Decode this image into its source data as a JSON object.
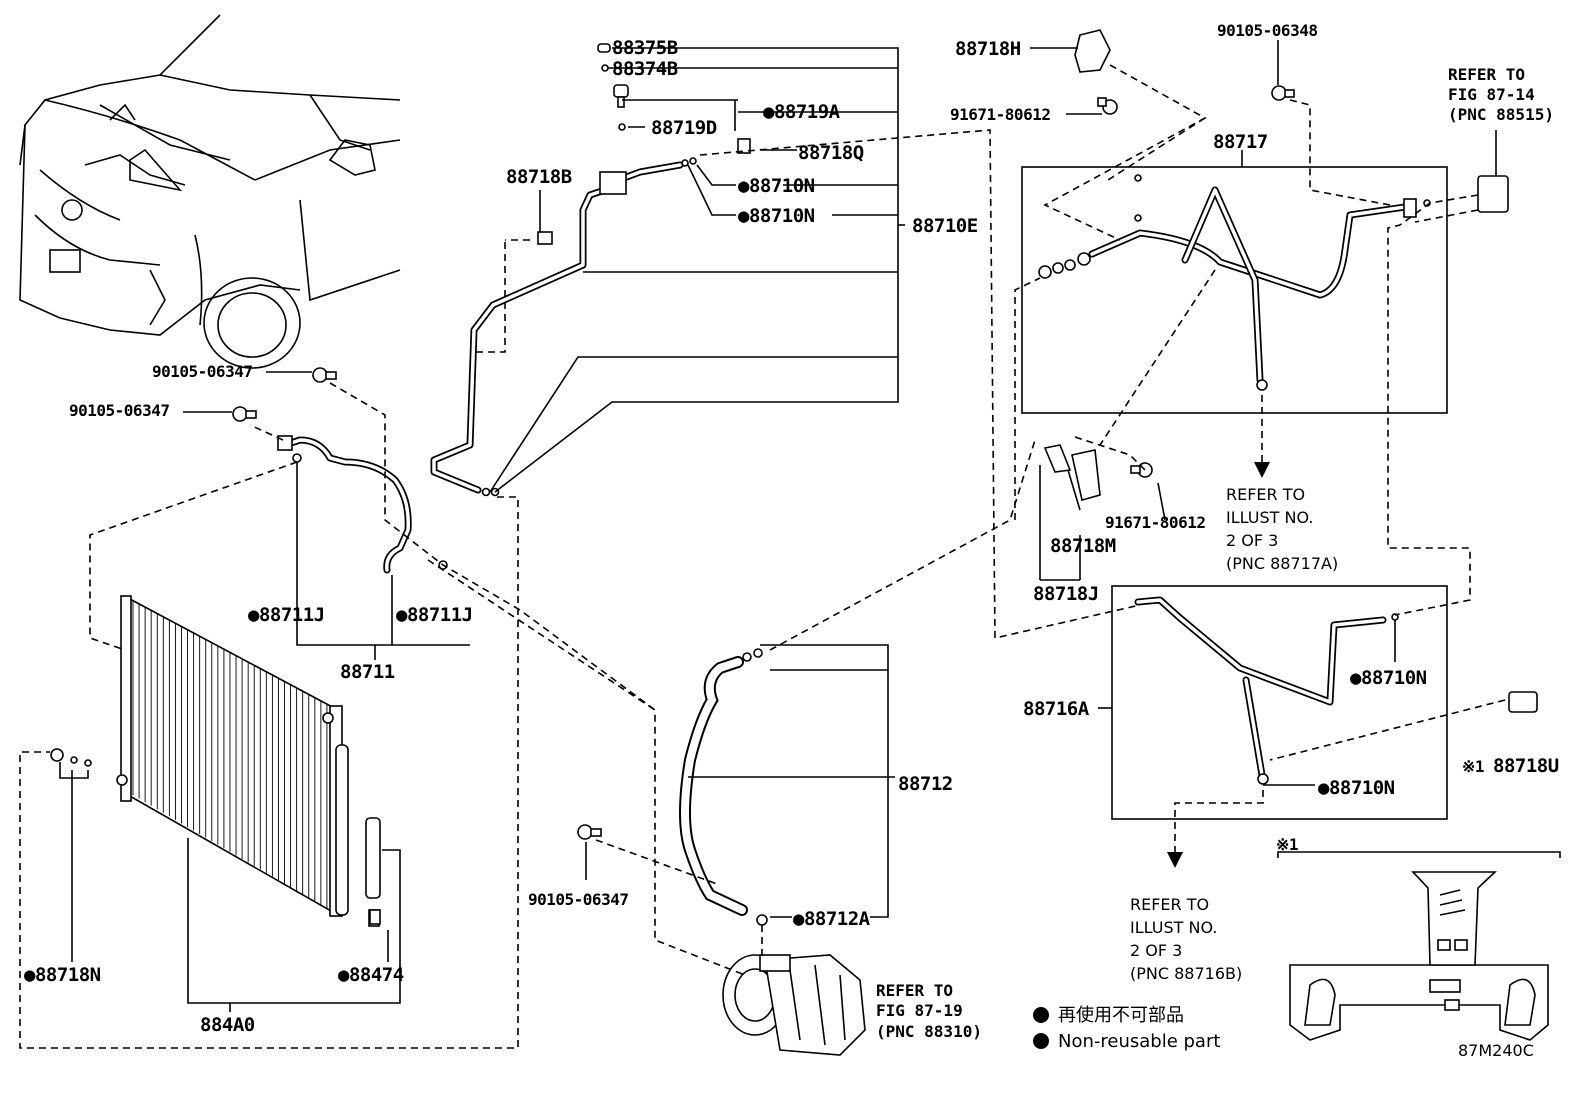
{
  "diagram": {
    "figure_code": "87M240C",
    "parts": {
      "p88375B": "88375B",
      "p88374B": "88374B",
      "p88719D": "88719D",
      "p88719A": "●88719A",
      "p88718Q": "88718Q",
      "p88710N_a": "●88710N",
      "p88710N_b": "●88710N",
      "p88710E": "88710E",
      "p88718B": "88718B",
      "p90105_06347_a": "90105-06347",
      "p90105_06347_b": "90105-06347",
      "p90105_06347_c": "90105-06347",
      "p88711J_a": "●88711J",
      "p88711J_b": "●88711J",
      "p88711": "88711",
      "p88718N": "●88718N",
      "p88474": "●88474",
      "p884A0": "884A0",
      "p88712": "88712",
      "p88712A": "●88712A",
      "p88718H": "88718H",
      "p91671_80612_a": "91671-80612",
      "p90105_06348": "90105-06348",
      "p88717": "88717",
      "p91671_80612_b": "91671-80612",
      "p88718M": "88718M",
      "p88718J": "88718J",
      "p88716A": "88716A",
      "p88710N_c": "●88710N",
      "p88710N_d": "●88710N",
      "p88718U": "88718U",
      "p88718U_mark": "※1",
      "note_mark": "※1"
    },
    "references": {
      "fig_87_14": [
        "REFER TO",
        "FIG 87-14",
        "(PNC 88515)"
      ],
      "illust_2of3_a": [
        "REFER TO",
        "ILLUST NO.",
        "2 OF 3",
        "(PNC 88717A)"
      ],
      "illust_2of3_b": [
        "REFER TO",
        "ILLUST NO.",
        "2 OF 3",
        "(PNC 88716B)"
      ],
      "fig_87_19": [
        "REFER TO",
        "FIG 87-19",
        "(PNC 88310)"
      ]
    },
    "legend": {
      "jp": "再使用不可部品",
      "en": "Non-reusable part"
    }
  }
}
